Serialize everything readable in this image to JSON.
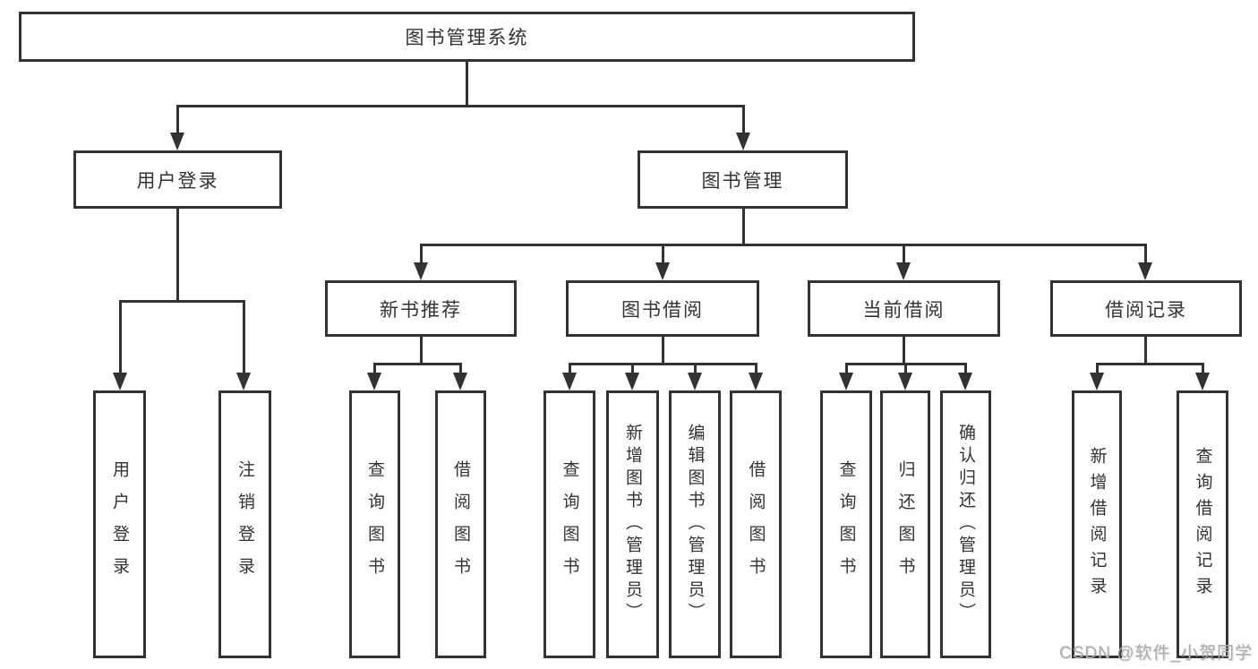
{
  "tree": {
    "root": {
      "label": "图书管理系统"
    },
    "branches": [
      {
        "label": "用户登录",
        "children": [
          {
            "label": "用户登录"
          },
          {
            "label": "注销登录"
          }
        ]
      },
      {
        "label": "图书管理",
        "children": [
          {
            "label": "新书推荐",
            "children": [
              {
                "label": "查询图书"
              },
              {
                "label": "借阅图书"
              }
            ]
          },
          {
            "label": "图书借阅",
            "children": [
              {
                "label": "查询图书"
              },
              {
                "label": "新增图书（管理员）"
              },
              {
                "label": "编辑图书（管理员）"
              },
              {
                "label": "借阅图书"
              }
            ]
          },
          {
            "label": "当前借阅",
            "children": [
              {
                "label": "查询图书"
              },
              {
                "label": "归还图书"
              },
              {
                "label": "确认归还（管理员）"
              }
            ]
          },
          {
            "label": "借阅记录",
            "children": [
              {
                "label": "新增借阅记录"
              },
              {
                "label": "查询借阅记录"
              }
            ]
          }
        ]
      }
    ]
  },
  "watermark": {
    "text": "CSDN @软件_小贺同学"
  },
  "colors": {
    "line": "#333333",
    "text": "#333333",
    "background": "#ffffff",
    "watermark": "#adadad"
  }
}
